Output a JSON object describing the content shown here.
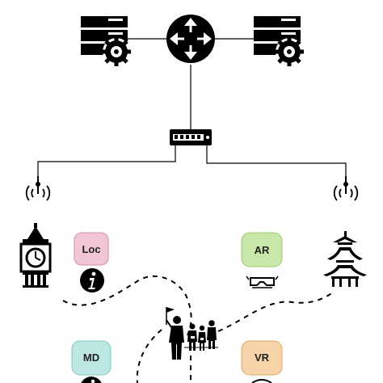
{
  "badges": [
    {
      "id": "loc",
      "label": "Loc",
      "color": "#f2c6d6",
      "border": "#d98aa9"
    },
    {
      "id": "ar",
      "label": "AR",
      "color": "#c9e7a8",
      "border": "#9ccc6e"
    },
    {
      "id": "md",
      "label": "MD",
      "color": "#bde7e3",
      "border": "#7ccac1"
    },
    {
      "id": "vr",
      "label": "VR",
      "color": "#f6d3a8",
      "border": "#e0aa65"
    }
  ],
  "colors": {
    "icon": "#000000",
    "line": "#000000",
    "background": "#ffffff"
  },
  "icons": [
    "server-gear-icon",
    "router-icon",
    "network-switch-icon",
    "wireless-antenna-icon",
    "clock-tower-icon",
    "pagoda-icon",
    "info-icon",
    "vr-goggles-icon",
    "tour-group-icon"
  ]
}
